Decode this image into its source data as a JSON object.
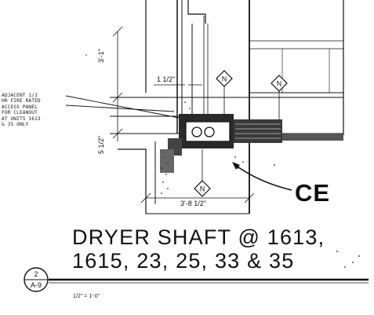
{
  "note": {
    "lines": [
      "ADJACENT 1/2",
      "HR FIRE RATED",
      "ACCESS PANEL",
      "FOR CLEANOUT",
      "AT UNITS 1613",
      "& 35 ONLY"
    ]
  },
  "dimensions": {
    "vertical_upper": "3'-1\"",
    "vertical_lower": "5 1/2\"",
    "top_small": "1 1/2\"",
    "bottom_width": "3'-8 1/2\""
  },
  "callout": {
    "label": "CE"
  },
  "markers": {
    "symbol": "N"
  },
  "title": {
    "line1": "DRYER SHAFT @ 1613,",
    "line2": "1615, 23, 25, 33 & 35"
  },
  "detail_tag": {
    "number": "2",
    "sheet": "A-9"
  },
  "scale": {
    "text": "1/2\" = 1'-0\""
  }
}
